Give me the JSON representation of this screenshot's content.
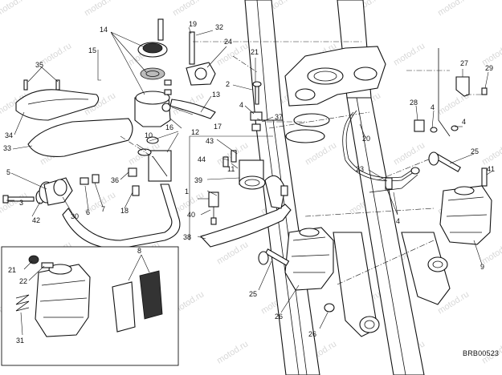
{
  "diagram": {
    "reference_code": "BRB00523",
    "watermark_text": "motod.ru",
    "callouts": {
      "c1": "1",
      "c2": "2",
      "c3": "3",
      "c4a": "4",
      "c4b": "4",
      "c4c": "4",
      "c4d": "4",
      "c5": "5",
      "c6": "6",
      "c7": "7",
      "c8": "8",
      "c9": "9",
      "c10": "10",
      "c11": "11",
      "c12": "12",
      "c13": "13",
      "c14": "14",
      "c15": "15",
      "c16": "16",
      "c17": "17",
      "c18": "18",
      "c19": "19",
      "c20": "20",
      "c21a": "21",
      "c21b": "21",
      "c22": "22",
      "c23": "23",
      "c24": "24",
      "c25a": "25",
      "c25b": "25",
      "c26a": "26",
      "c26b": "26",
      "c27": "27",
      "c28": "28",
      "c29": "29",
      "c30": "30",
      "c31": "31",
      "c32": "32",
      "c33": "33",
      "c34": "34",
      "c35": "35",
      "c36": "36",
      "c37": "37",
      "c38": "38",
      "c39": "39",
      "c40": "40",
      "c41": "41",
      "c42": "42",
      "c43": "43",
      "c44": "44"
    }
  }
}
